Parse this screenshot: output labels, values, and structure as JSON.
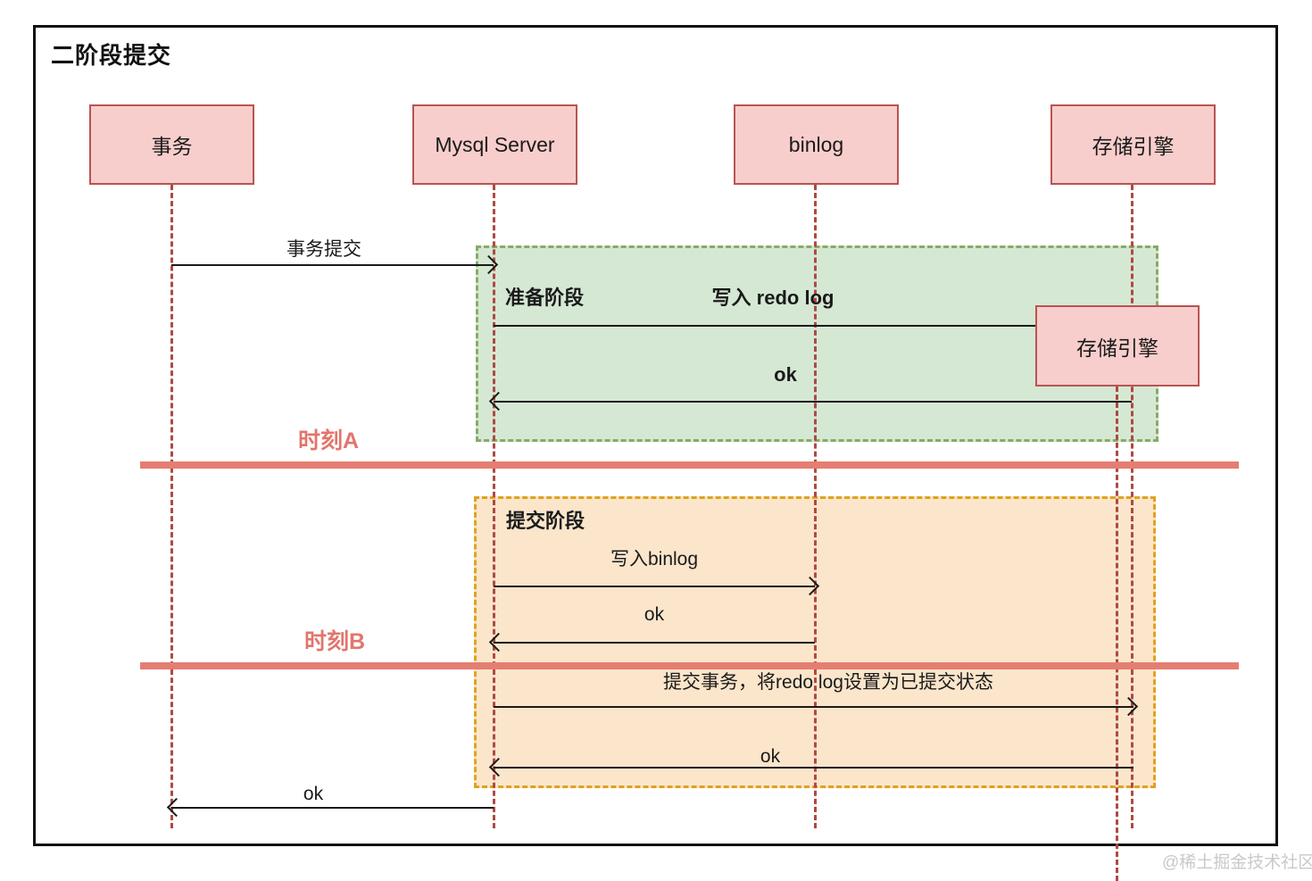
{
  "title": "二阶段提交",
  "actors": [
    {
      "label": "事务"
    },
    {
      "label": "Mysql Server"
    },
    {
      "label": "binlog"
    },
    {
      "label": "存储引擎"
    }
  ],
  "inner_actor": {
    "label": "存储引擎"
  },
  "regions": {
    "prepare": {
      "title": "准备阶段"
    },
    "commit": {
      "title": "提交阶段"
    }
  },
  "moments": {
    "a": "时刻A",
    "b": "时刻B"
  },
  "messages": {
    "transaction_commit": "事务提交",
    "write_redo_log": "写入 redo log",
    "prepare_ok": "ok",
    "write_binlog": "写入binlog",
    "binlog_ok": "ok",
    "set_redo_committed": "提交事务，将redo log设置为已提交状态",
    "commit_ok": "ok",
    "final_ok": "ok"
  },
  "watermark": "@稀土掘金技术社区",
  "colors": {
    "actor_fill": "#f8cecc",
    "actor_border": "#b85450",
    "prepare_fill": "#d5e8d4",
    "prepare_border": "#87ab66",
    "commit_fill": "#fbe5cb",
    "commit_border": "#dfa31c",
    "timeline_bar": "#e57e72",
    "moment_text": "#e2756d",
    "lifeline": "#ad4a42",
    "arrow": "#1a1a1a"
  }
}
